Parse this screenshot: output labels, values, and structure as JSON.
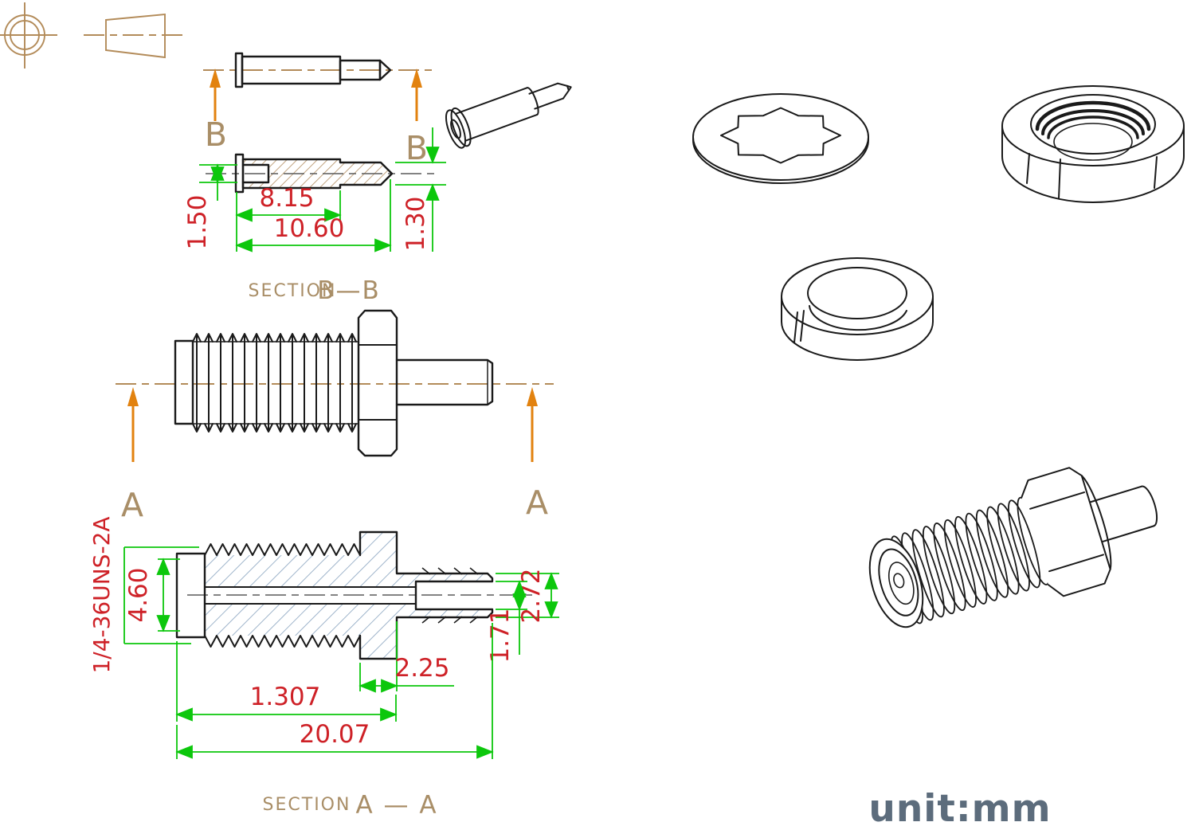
{
  "drawing": {
    "unit_label": "unit:mm",
    "section_label_prefix": "SECTION",
    "section_b_title": "B—B",
    "section_a_title": "A — A",
    "cut_line_b": "B",
    "cut_line_a": "A",
    "dimensions_pin": {
      "socket_depth": "1.50",
      "contact_length": "8.15",
      "overall_length": "10.60",
      "tip_diameter": "1.30"
    },
    "dimensions_body": {
      "thread_spec": "1/4-36UNS-2A",
      "bore_diameter": "4.60",
      "socket_diameter": "2.72",
      "socket_bore_diameter": "1.71",
      "hex_length": "2.25",
      "thread_length": "1.307",
      "overall_length": "20.07"
    },
    "colors": {
      "background": "#ffffff",
      "outline_black": "#1a1a1a",
      "centerline_tan": "#b38b59",
      "dimension_green": "#0cc70c",
      "dimension_text_red": "#ce2127",
      "section_arrow_orange": "#e2820f",
      "hatch_tan": "#b7946a",
      "hatch_blue": "#8ea7c2",
      "label_tan": "#a98e67",
      "unit_text": "#5c6c7c"
    }
  }
}
